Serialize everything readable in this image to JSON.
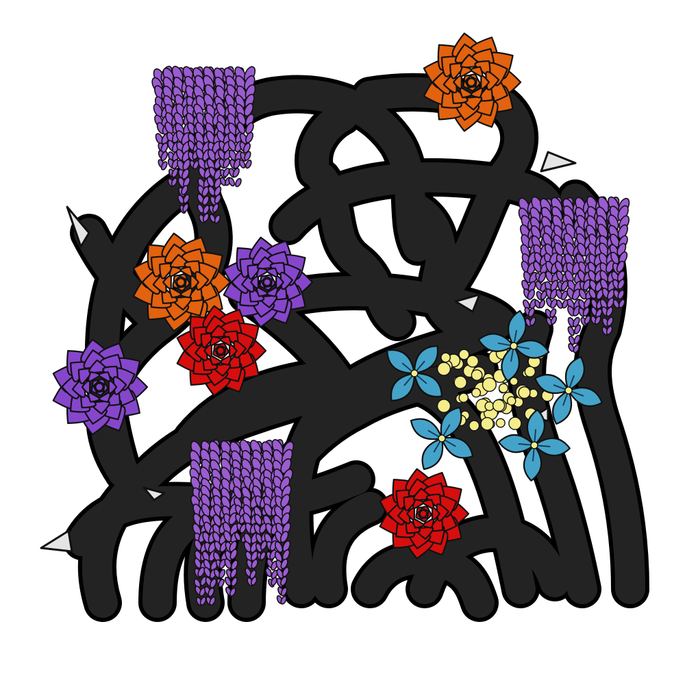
{
  "colors": {
    "background": "#ffffff",
    "vine": "#232323",
    "vine_outline": "#000000",
    "thorn": "#e4e4e4",
    "orange_flower": "#e2620f",
    "purple_flower": "#8646cc",
    "red_flower": "#d60e0e",
    "wisteria": "#9a5cd0",
    "blue_flower": "#45a3c9",
    "blue_flower_center": "#1a3d57",
    "yellow_buds": "#f5ec8a"
  },
  "elements": {
    "vines": "tangled-thorny-vines",
    "thorns": "white-thorns",
    "rosette_flowers": [
      "orange",
      "orange",
      "purple",
      "purple",
      "red",
      "red"
    ],
    "wisteria_clusters": 3,
    "hydrangea_cluster": "blue-flowers-with-yellow-buds"
  }
}
